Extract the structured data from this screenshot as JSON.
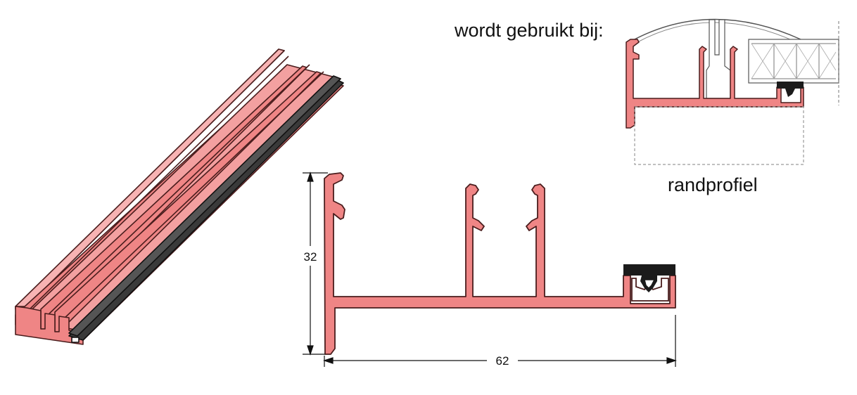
{
  "labels": {
    "used_with": "wordt gebruikt bij:",
    "edge_profile": "randprofiel"
  },
  "dimensions": {
    "height": "32",
    "width": "62"
  },
  "colors": {
    "profile_fill": "#ef8585",
    "profile_stroke": "#4a1d1d",
    "gasket": "#1b1b1b",
    "dimension_line": "#111111",
    "dashed_outline": "#9a9a9a"
  }
}
